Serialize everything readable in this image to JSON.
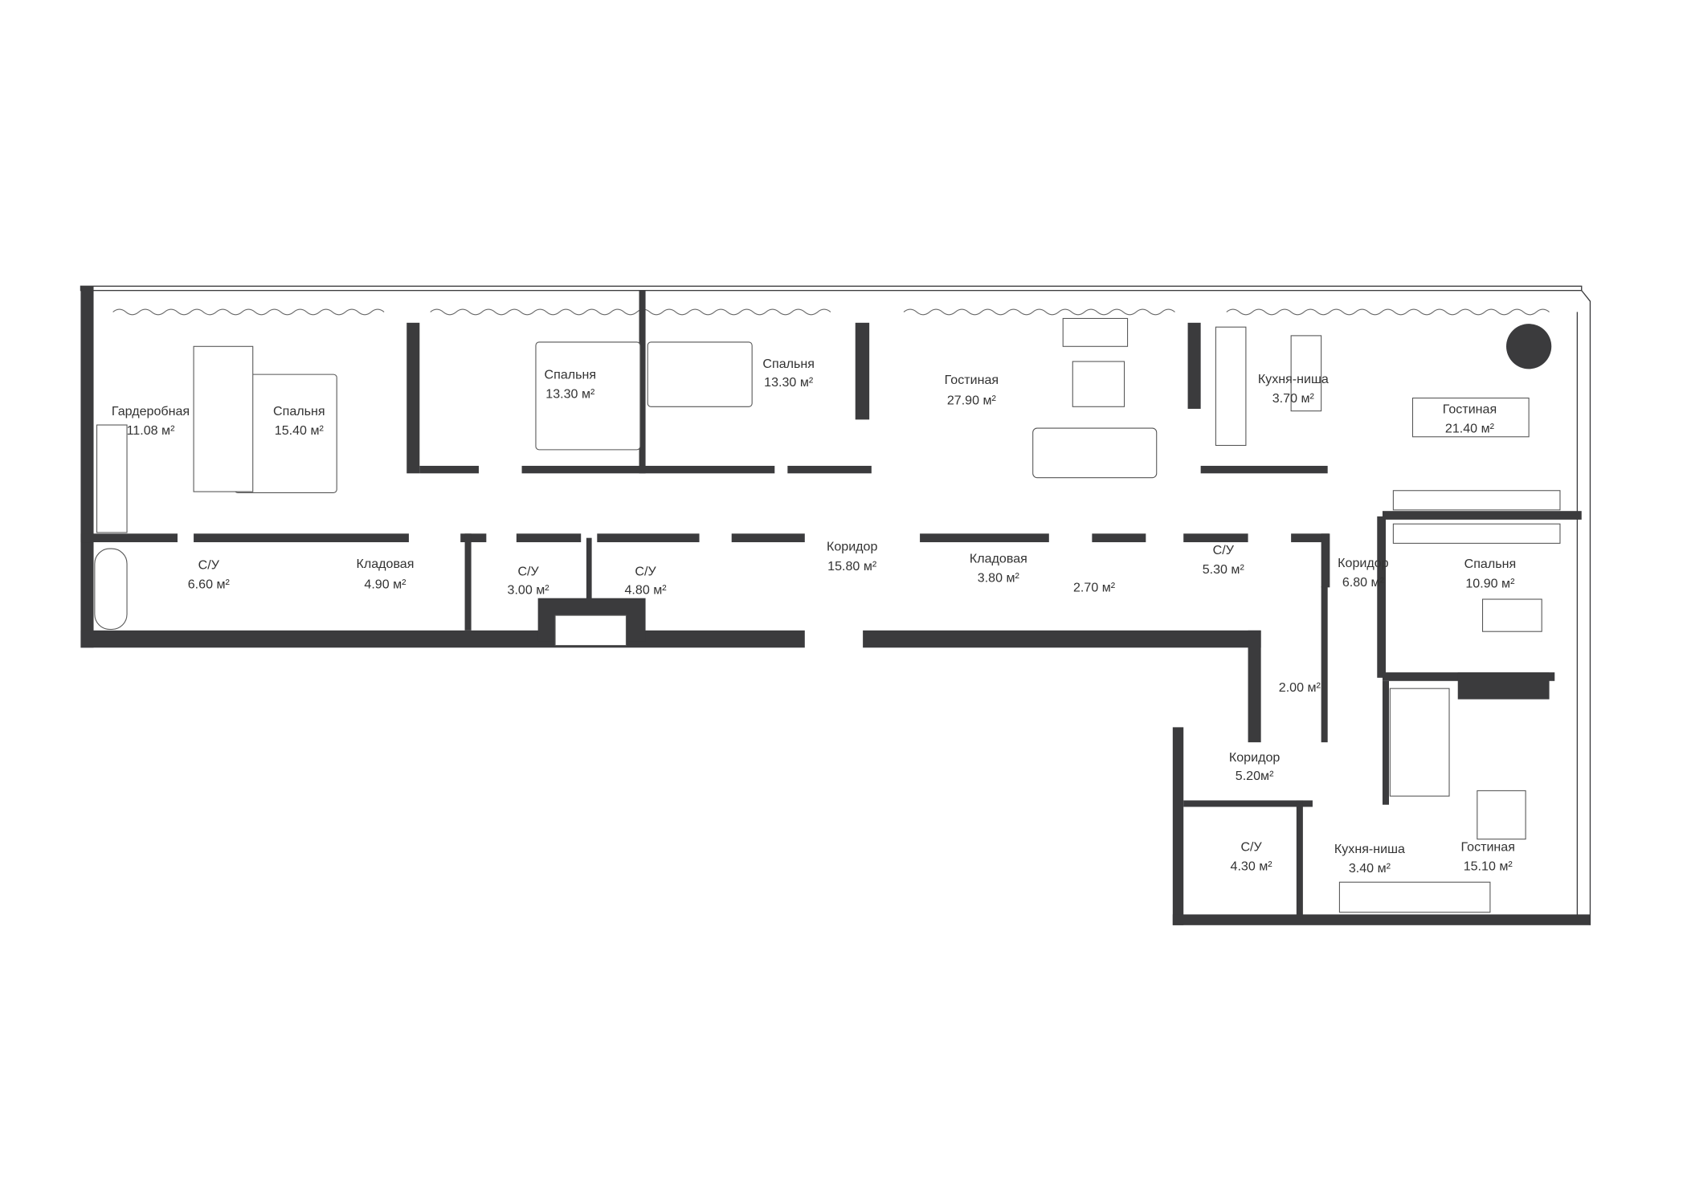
{
  "plan": {
    "rooms": [
      {
        "name": "Гардеробная",
        "area": "11.08 м²"
      },
      {
        "name": "Спальня",
        "area": "15.40 м²"
      },
      {
        "name": "Спальня",
        "area": "13.30 м²"
      },
      {
        "name": "Спальня",
        "area": "13.30 м²"
      },
      {
        "name": "Гостиная",
        "area": "27.90 м²"
      },
      {
        "name": "Кухня-ниша",
        "area": "3.70 м²"
      },
      {
        "name": "Гостиная",
        "area": "21.40 м²"
      },
      {
        "name": "С/У",
        "area": "6.60 м²"
      },
      {
        "name": "Кладовая",
        "area": "4.90 м²"
      },
      {
        "name": "С/У",
        "area": "3.00 м²"
      },
      {
        "name": "С/У",
        "area": "4.80 м²"
      },
      {
        "name": "Коридор",
        "area": "15.80 м²"
      },
      {
        "name": "Кладовая",
        "area": "3.80 м²"
      },
      {
        "name": "",
        "area": "2.70 м²"
      },
      {
        "name": "С/У",
        "area": "5.30 м²"
      },
      {
        "name": "Коридор",
        "area": "6.80 м²"
      },
      {
        "name": "Спальня",
        "area": "10.90 м²"
      },
      {
        "name": "",
        "area": "2.00 м²"
      },
      {
        "name": "Коридор",
        "area": "5.20м²"
      },
      {
        "name": "С/У",
        "area": "4.30 м²"
      },
      {
        "name": "Кухня-ниша",
        "area": "3.40 м²"
      },
      {
        "name": "Гостиная",
        "area": "15.10 м²"
      }
    ],
    "colors": {
      "wall": "#3b3b3d",
      "background": "#ffffff"
    }
  }
}
